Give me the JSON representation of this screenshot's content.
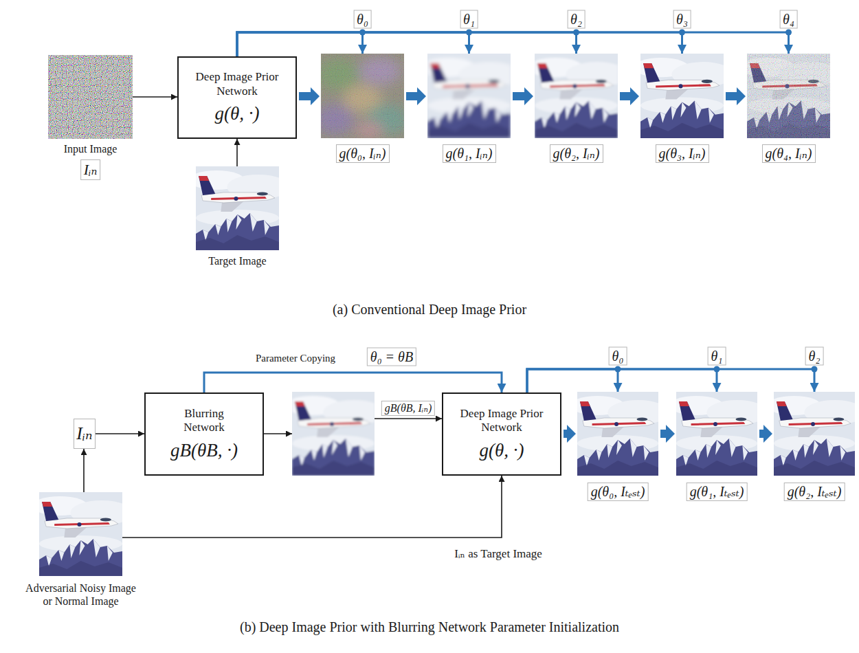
{
  "diagram": {
    "nodes": [
      {
        "text": [
          "Input Image",
          "Iᵢₙ"
        ]
      },
      {
        "text": [
          "Deep Image Prior Network",
          "g(θ, ·)"
        ]
      },
      {
        "text": [
          "Target Image"
        ]
      },
      {
        "text": [
          "g(θ₀, Iᵢₙ)"
        ]
      },
      {
        "text": [
          "g(θ₁, Iᵢₙ)"
        ]
      },
      {
        "text": [
          "g(θ₂, Iᵢₙ)"
        ]
      },
      {
        "text": [
          "g(θ₃, Iᵢₙ)"
        ]
      },
      {
        "text": [
          "g(θ₄, Iᵢₙ)"
        ]
      },
      {
        "text": [
          "Iᵢₙ"
        ]
      },
      {
        "text": [
          "Blurring Network",
          "gB(θB, ·)"
        ]
      },
      {
        "text": [
          "Deep Image Prior Network",
          "g(θ, ·)"
        ]
      },
      {
        "text": [
          "g(θ₀, Iₜₑₛₜ)"
        ]
      },
      {
        "text": [
          "g(θ₁, Iₜₑₛₜ)"
        ]
      },
      {
        "text": [
          "g(θ₂, Iₜₑₛₜ)"
        ]
      },
      {
        "text": [
          "Adversarial Noisy Image or Normal Image"
        ]
      }
    ],
    "edges": [
      {
        "from": 0,
        "to": 1,
        "arrow": "to"
      },
      {
        "from": 2,
        "to": 1,
        "arrow": "to"
      },
      {
        "from": 1,
        "to": 3,
        "label": "θ₀",
        "arrow": "to"
      },
      {
        "from": 1,
        "to": 4,
        "label": "θ₁",
        "arrow": "to"
      },
      {
        "from": 1,
        "to": 5,
        "label": "θ₂",
        "arrow": "to"
      },
      {
        "from": 1,
        "to": 6,
        "label": "θ₃",
        "arrow": "to"
      },
      {
        "from": 1,
        "to": 7,
        "label": "θ₄",
        "arrow": "to"
      },
      {
        "from": 1,
        "to": 3,
        "arrow": "to"
      },
      {
        "from": 3,
        "to": 4,
        "arrow": "to"
      },
      {
        "from": 4,
        "to": 5,
        "arrow": "to"
      },
      {
        "from": 5,
        "to": 6,
        "arrow": "to"
      },
      {
        "from": 6,
        "to": 7,
        "arrow": "to"
      },
      {
        "from": 14,
        "to": 8,
        "arrow": "to"
      },
      {
        "from": 8,
        "to": 9,
        "arrow": "to"
      },
      {
        "from": 9,
        "to": 10,
        "label": "Parameter Copying",
        "arrow": "to"
      },
      {
        "from": 14,
        "to": 10,
        "label": "Iᵢₙ as Target Image",
        "arrow": "to"
      },
      {
        "from": 10,
        "to": 11,
        "label": "θ₀",
        "arrow": "to"
      },
      {
        "from": 10,
        "to": 12,
        "label": "θ₁",
        "arrow": "to"
      },
      {
        "from": 10,
        "to": 13,
        "label": "θ₂",
        "arrow": "to"
      },
      {
        "from": 10,
        "to": 11,
        "arrow": "to"
      },
      {
        "from": 11,
        "to": 12,
        "arrow": "to"
      },
      {
        "from": 12,
        "to": 13,
        "arrow": "to"
      }
    ],
    "labels": [
      "(a) Conventional Deep Image Prior",
      "θ₀ = θB",
      "gB(θB, Iᵢₙ)",
      "(b) Deep Image Prior with Blurring Network Parameter Initialization"
    ]
  }
}
